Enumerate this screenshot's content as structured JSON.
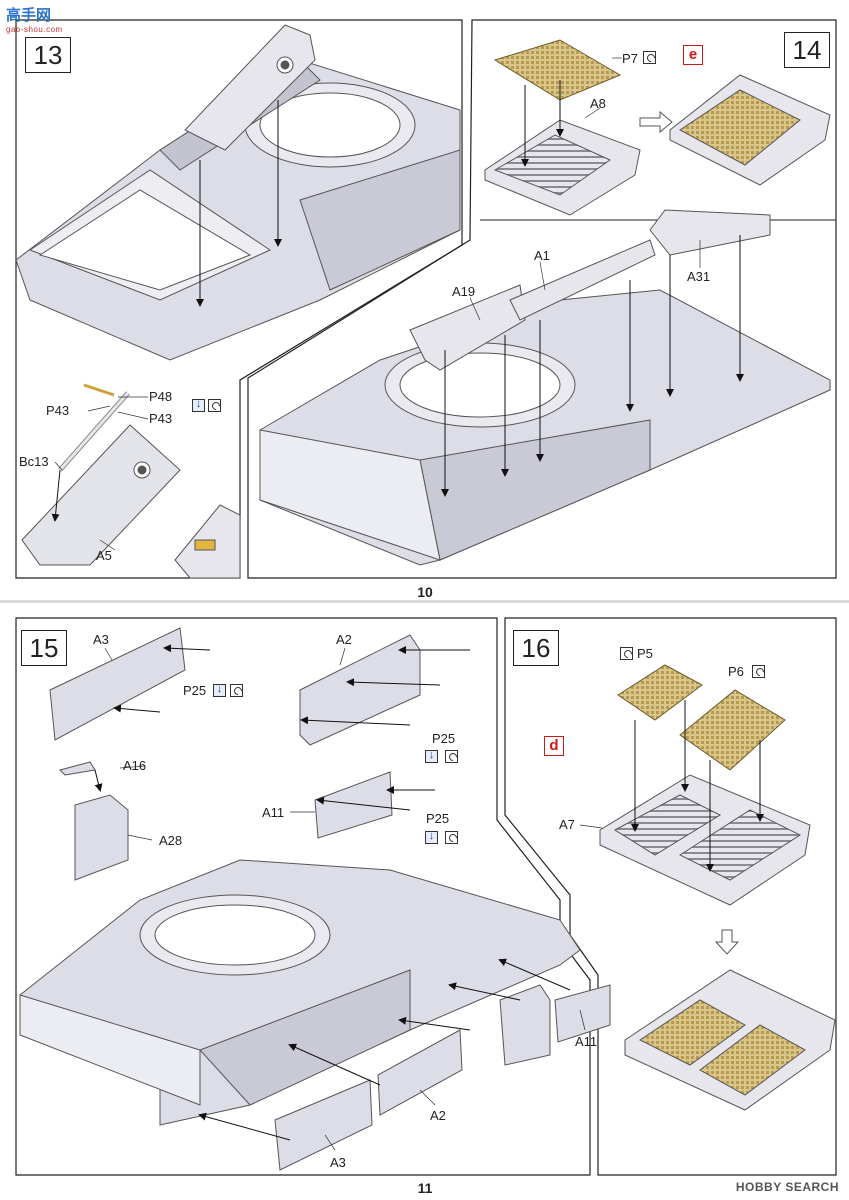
{
  "watermark": {
    "logo_text": "高手网",
    "domain": "gao-shou.com"
  },
  "page_top": {
    "page_number": "10",
    "steps": [
      {
        "number": "13",
        "labels": [
          "P48",
          "P43",
          "P43",
          "Bc13",
          "A5"
        ]
      },
      {
        "number": "14",
        "marker": "e",
        "labels": [
          "P7",
          "A8",
          "A1",
          "A19",
          "A31"
        ]
      }
    ]
  },
  "page_bottom": {
    "page_number": "11",
    "steps": [
      {
        "number": "15",
        "labels": [
          "A3",
          "P25",
          "A2",
          "P25",
          "A16",
          "A28",
          "A11",
          "P25",
          "A11",
          "A2",
          "A3"
        ]
      },
      {
        "number": "16",
        "marker": "d",
        "labels": [
          "P5",
          "P6",
          "A7"
        ]
      }
    ]
  },
  "footer_brand": "HOBBY SEARCH",
  "icons": [
    "bend-icon",
    "remove-gate-icon"
  ],
  "colors": {
    "part_grey": "#dcdde6",
    "etch_gold": "#d8c68a",
    "marker_red": "#d01818"
  }
}
